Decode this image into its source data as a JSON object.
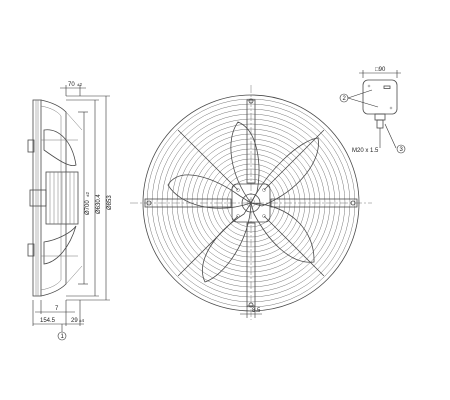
{
  "side_view": {
    "dim_top": "70",
    "dim_top_tol": "±2",
    "dim_diam_1": "Ø700",
    "dim_diam_1_tol": "±2",
    "dim_diam_2": "Ø630.4",
    "dim_diam_3": "Ø853",
    "dim_bottom_1": "7",
    "dim_bottom_2": "154.5",
    "dim_bottom_3": "29",
    "dim_bottom_3_tol": "±4",
    "callout_1": "1"
  },
  "front_view": {
    "dim_hub_offset": "8.5"
  },
  "terminal_box": {
    "dim_width": "□90",
    "callout_2": "2",
    "callout_3": "3",
    "cable_gland": "M20 x 1.5"
  }
}
